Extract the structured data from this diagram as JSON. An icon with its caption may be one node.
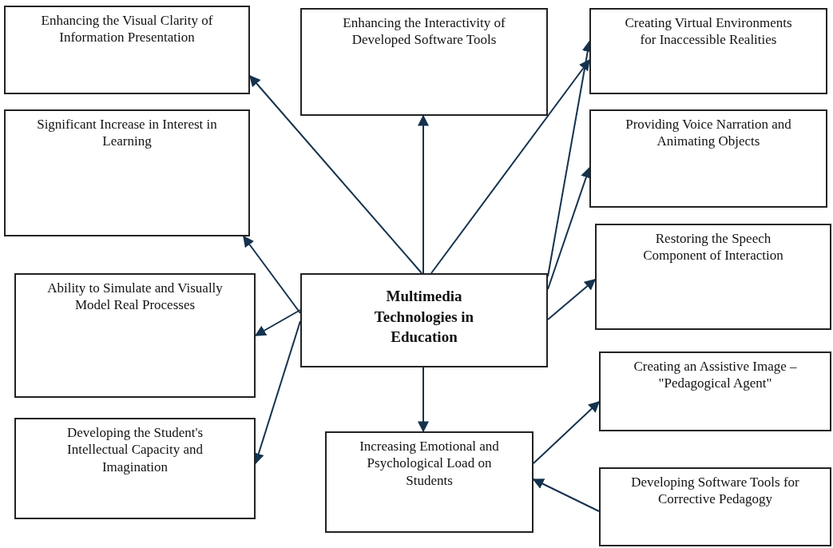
{
  "diagram": {
    "nodes": [
      {
        "text": [
          "Multimedia Technologies in Education"
        ]
      },
      {
        "text": [
          "Enhancing the Visual Clarity of Information Presentation"
        ]
      },
      {
        "text": [
          "Enhancing the Interactivity of Developed Software Tools"
        ]
      },
      {
        "text": [
          "Creating Virtual Environments for Inaccessible Realities"
        ]
      },
      {
        "text": [
          "Significant Increase in Interest in Learning"
        ]
      },
      {
        "text": [
          "Providing Voice Narration and Animating Objects"
        ]
      },
      {
        "text": [
          "Ability to Simulate and Visually Model Real Processes"
        ]
      },
      {
        "text": [
          "Restoring the Speech Component of Interaction"
        ]
      },
      {
        "text": [
          "Developing the Student's Intellectual Capacity and Imagination"
        ]
      },
      {
        "text": [
          "Creating an Assistive Image – \"Pedagogical Agent\""
        ]
      },
      {
        "text": [
          "Increasing Emotional and Psychological Load on Students"
        ]
      },
      {
        "text": [
          "Developing Software Tools for Corrective Pedagogy"
        ]
      }
    ],
    "edges": [
      {
        "from": 0,
        "to": 1,
        "arrow": "to"
      },
      {
        "from": 0,
        "to": 2,
        "arrow": "to"
      },
      {
        "from": 0,
        "to": 3,
        "arrow": "to"
      },
      {
        "from": 0,
        "to": 3,
        "arrow": "to"
      },
      {
        "from": 0,
        "to": 5,
        "arrow": "to"
      },
      {
        "from": 0,
        "to": 7,
        "arrow": "to"
      },
      {
        "from": 0,
        "to": 4,
        "arrow": "to"
      },
      {
        "from": 0,
        "to": 6,
        "arrow": "to"
      },
      {
        "from": 0,
        "to": 8,
        "arrow": "to"
      },
      {
        "from": 0,
        "to": 10,
        "arrow": "to"
      },
      {
        "from": 10,
        "to": 9,
        "arrow": "to"
      },
      {
        "from": 11,
        "to": 10,
        "arrow": "to"
      }
    ]
  }
}
